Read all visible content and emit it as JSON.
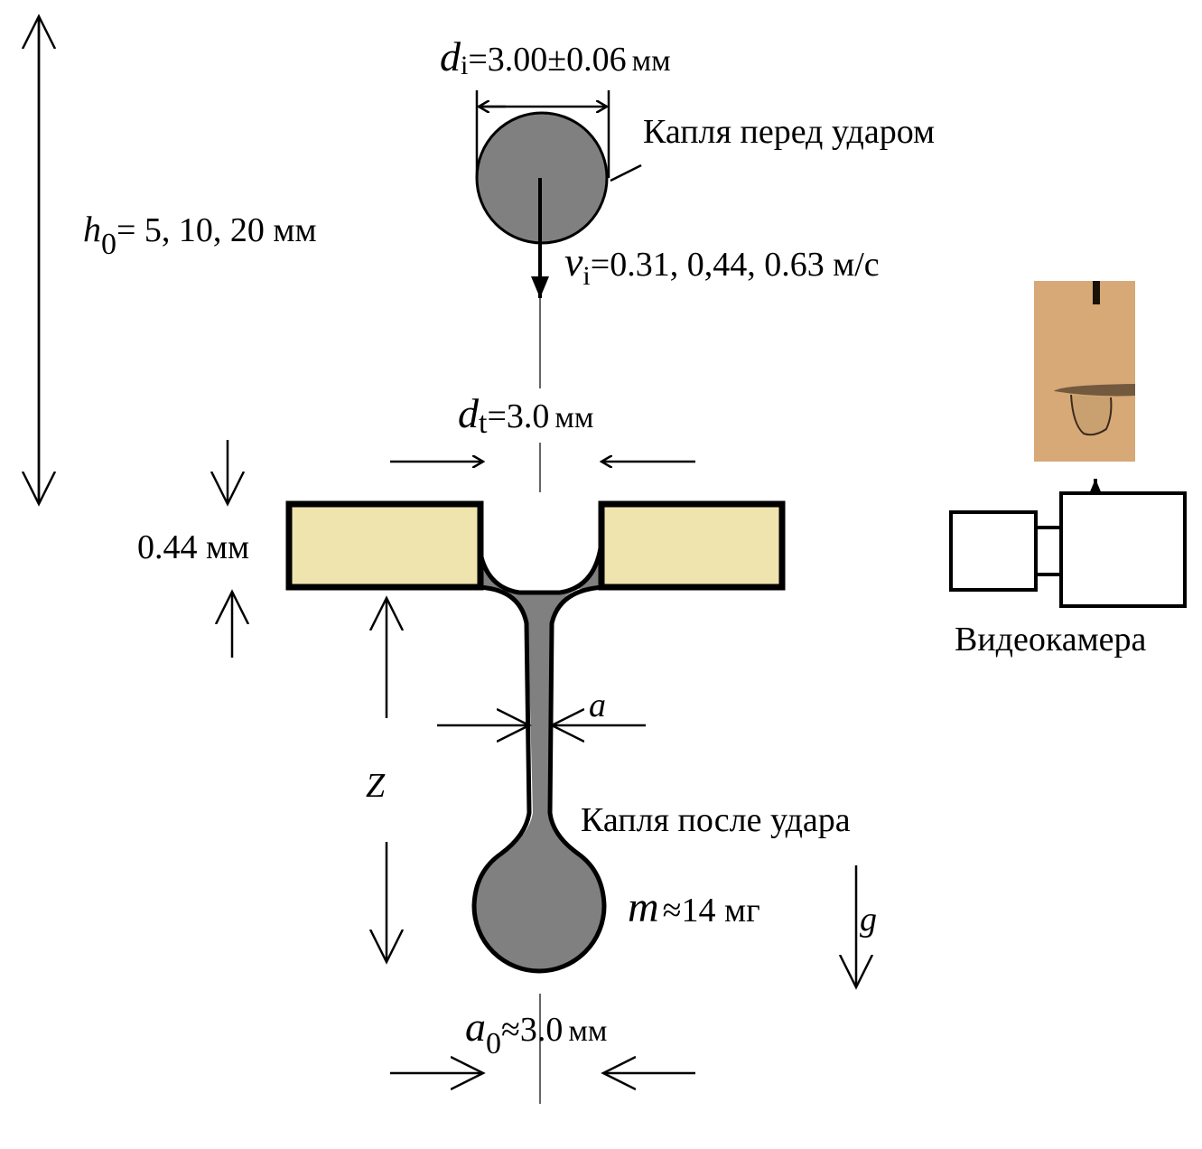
{
  "labels": {
    "drop_diameter_symbol": "d",
    "drop_diameter_sub": "i",
    "drop_diameter_value": "=3.00±0.06",
    "drop_diameter_unit": "мм",
    "drop_before_impact": "Капля перед ударом",
    "height_symbol": "h",
    "height_sub": "0",
    "height_value": "= 5, 10, 20 мм",
    "velocity_symbol": "v",
    "velocity_sub": "i",
    "velocity_value": "=0.31, 0,44, 0.63 м/с",
    "hole_symbol": "d",
    "hole_sub": "t",
    "hole_value": "=3.0",
    "hole_unit": "мм",
    "thickness": "0.44 мм",
    "neck_symbol": "a",
    "z_symbol": "Z",
    "drop_after_impact": "Капля после удара",
    "mass_symbol": "m",
    "mass_value": "≈14 мг",
    "gravity_symbol": "g",
    "bulb_symbol": "a",
    "bulb_sub": "0",
    "bulb_value": "≈3.0",
    "bulb_unit": "мм",
    "camera": "Видеокамера"
  },
  "colors": {
    "drop": "#808080",
    "plate": "#efe3ae",
    "photo_bg": "#d6a977"
  }
}
